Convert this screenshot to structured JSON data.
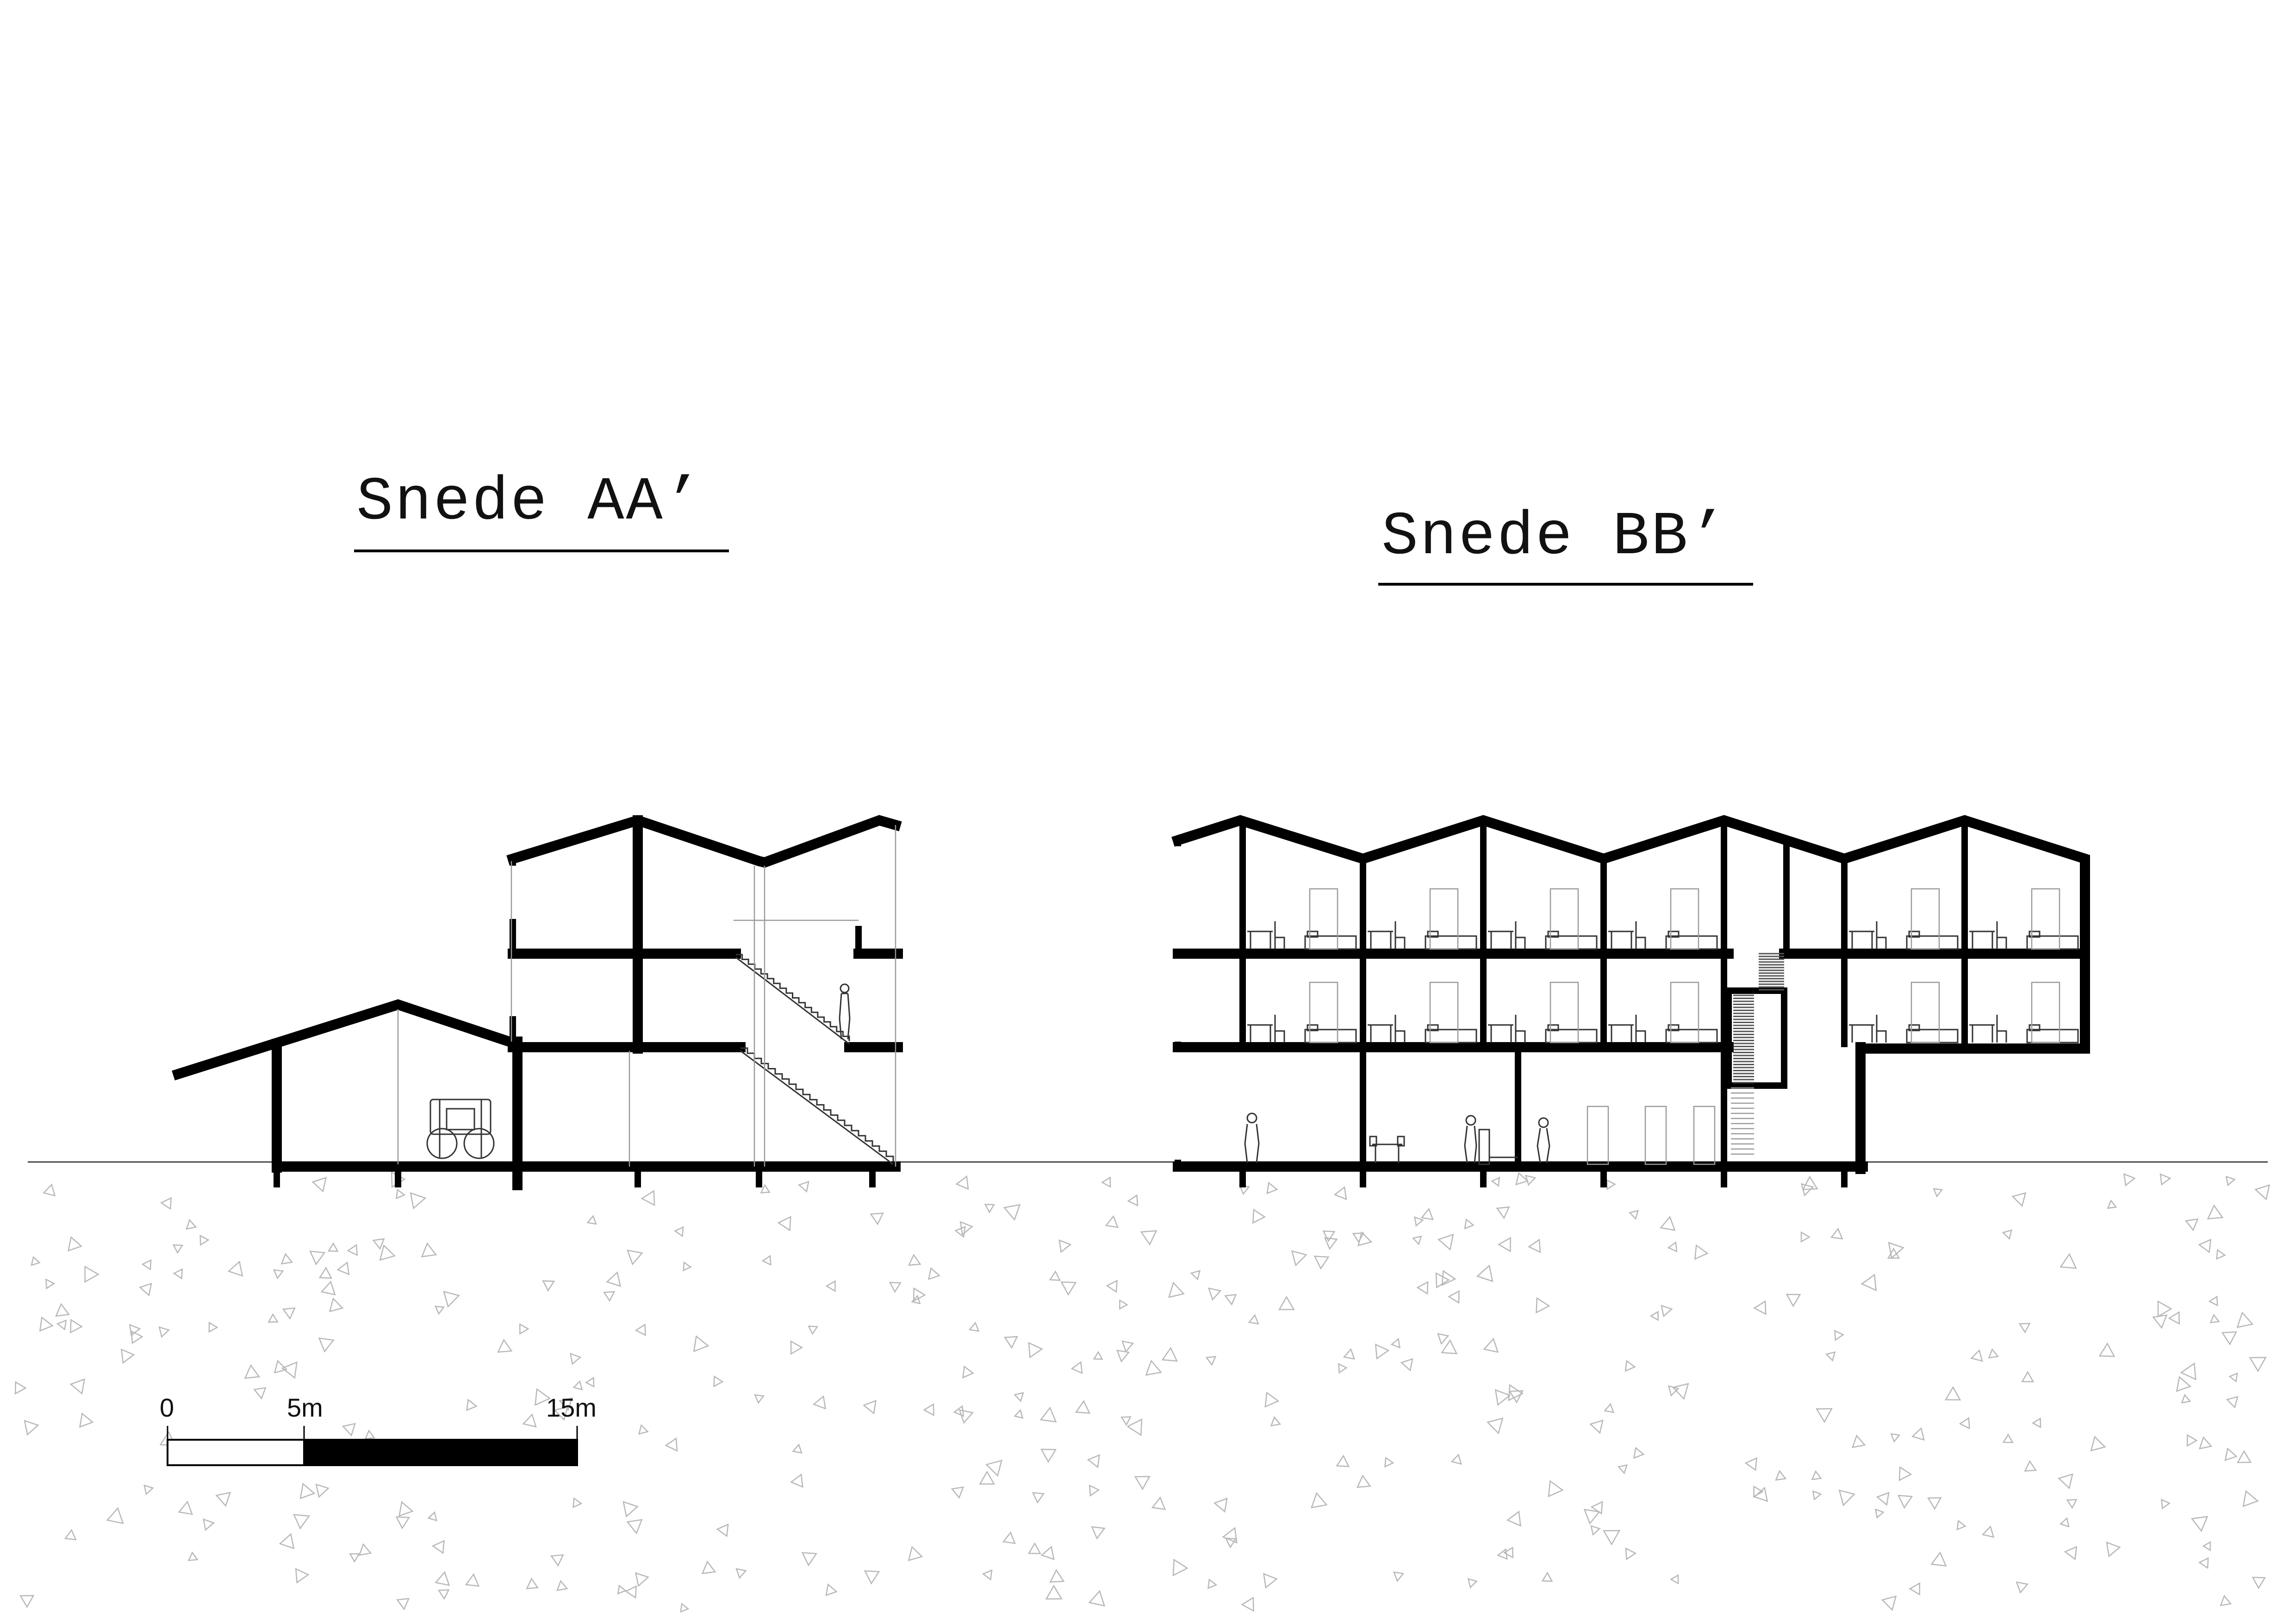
{
  "section_aa": {
    "title": "Snede AA’"
  },
  "section_bb": {
    "title": "Snede BB’"
  },
  "scale_bar": {
    "tick_labels": [
      "0",
      "5m",
      "15m"
    ],
    "colors": {
      "first_segment": "#ffffff",
      "second_segment": "#000000"
    }
  },
  "colors": {
    "structure": "#000000",
    "background": "#ffffff",
    "ground_pattern": "#b8b8b8"
  }
}
